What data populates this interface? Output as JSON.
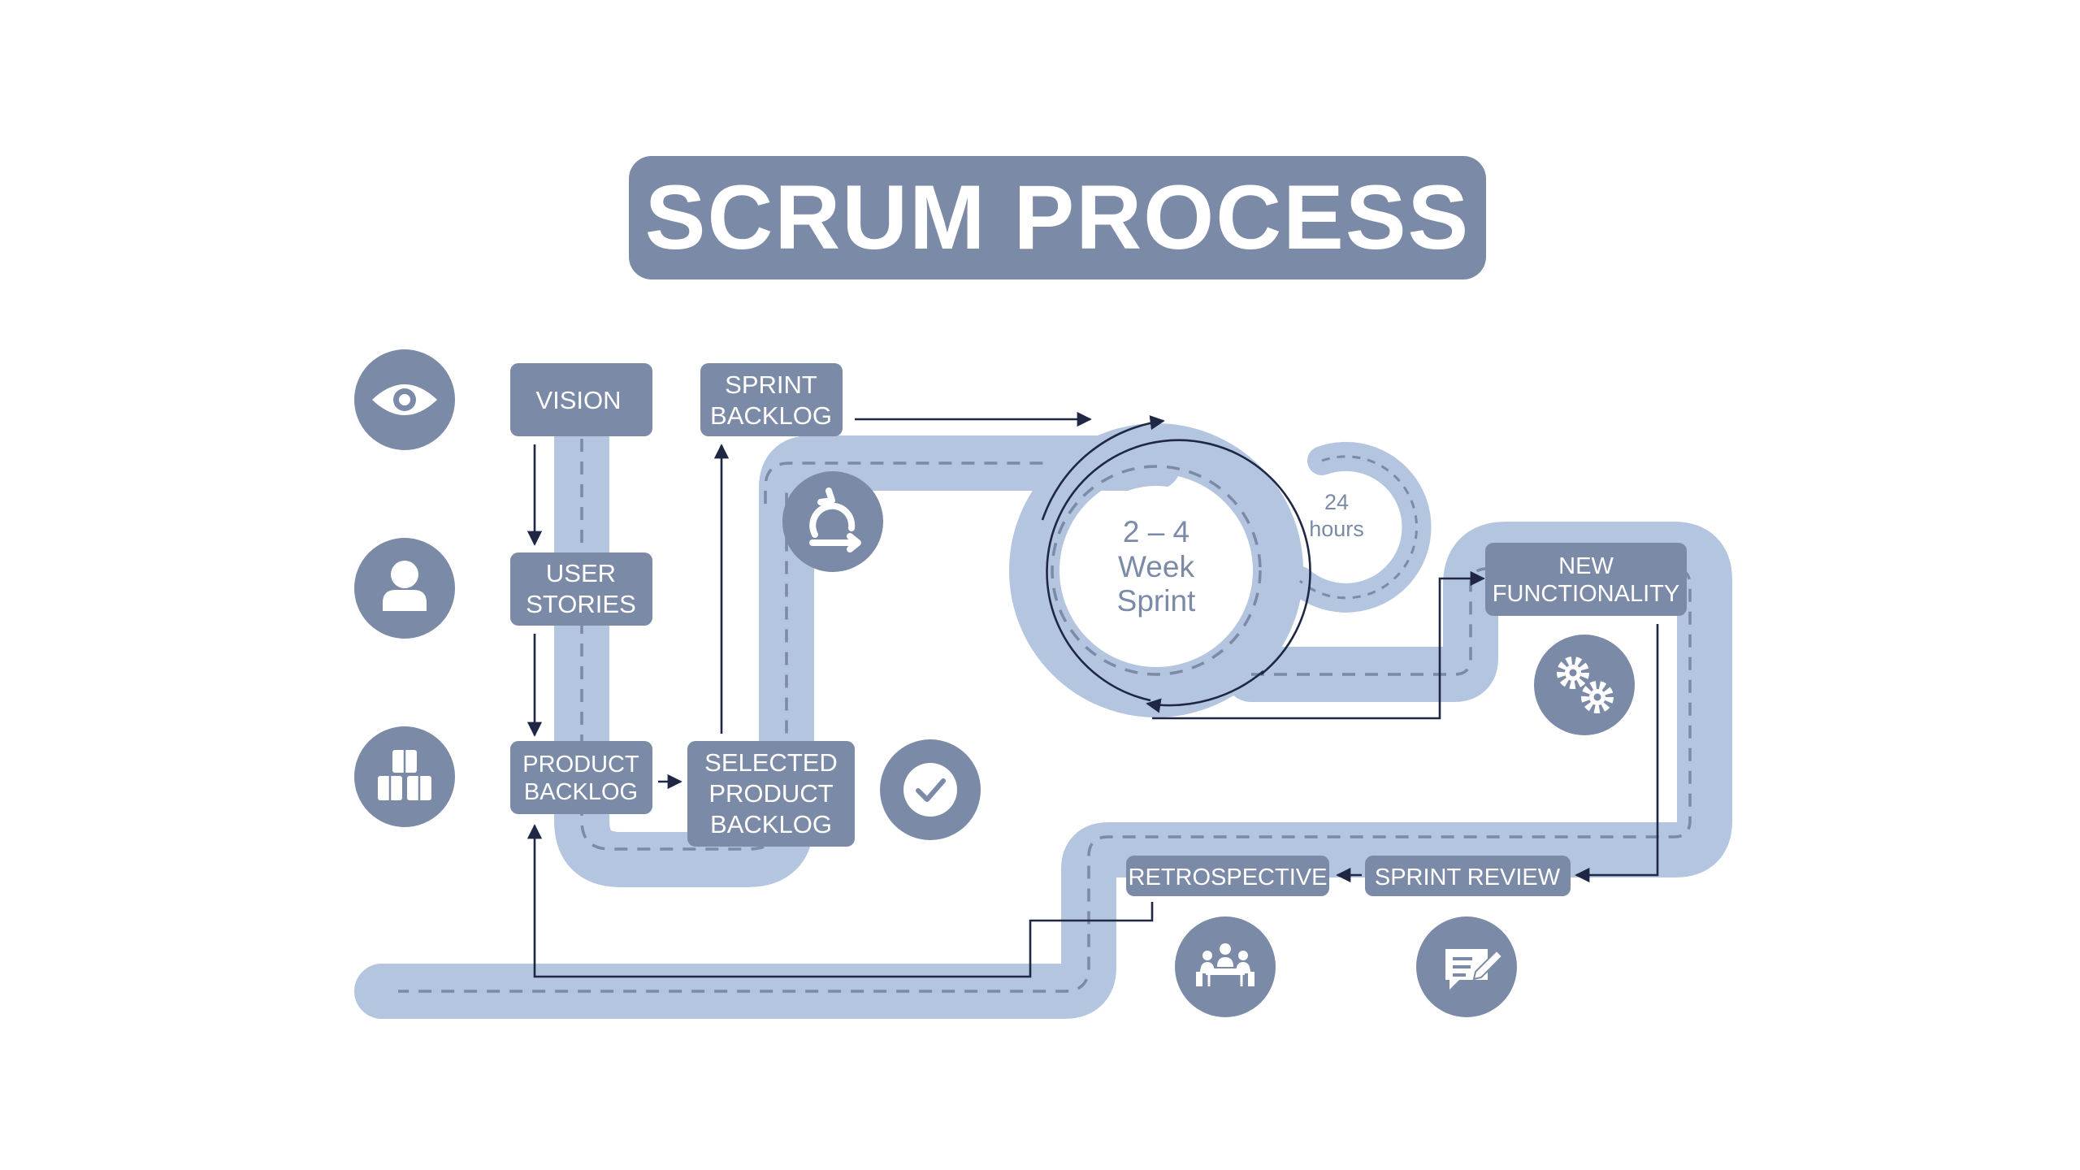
{
  "title": "SCRUM PROCESS",
  "boxes": {
    "vision": "VISION",
    "user_stories": [
      "USER",
      "STORIES"
    ],
    "product_backlog": [
      "PRODUCT",
      "BACKLOG"
    ],
    "sprint_backlog": [
      "SPRINT",
      "BACKLOG"
    ],
    "selected_product_backlog": [
      "SELECTED",
      "PRODUCT",
      "BACKLOG"
    ],
    "new_functionality": [
      "NEW",
      "FUNCTIONALITY"
    ],
    "retrospective": "RETROSPECTIVE",
    "sprint_review": "SPRINT REVIEW"
  },
  "sprint": [
    "2 – 4",
    "Week",
    "Sprint"
  ],
  "daily": [
    "24",
    "hours"
  ],
  "icons": {
    "vision": "eye-icon",
    "user_stories": "user-icon",
    "product_backlog": "cubes-icon",
    "sprint_cycle": "cycle-arrow-icon",
    "selected_backlog": "checkmark-icon",
    "new_functionality": "gears-icon",
    "retrospective": "meeting-icon",
    "sprint_review": "review-note-icon"
  },
  "colors": {
    "box": "#7b8aa6",
    "road": "#b3c5df",
    "arrow": "#1f2745",
    "background": "#ffffff"
  }
}
